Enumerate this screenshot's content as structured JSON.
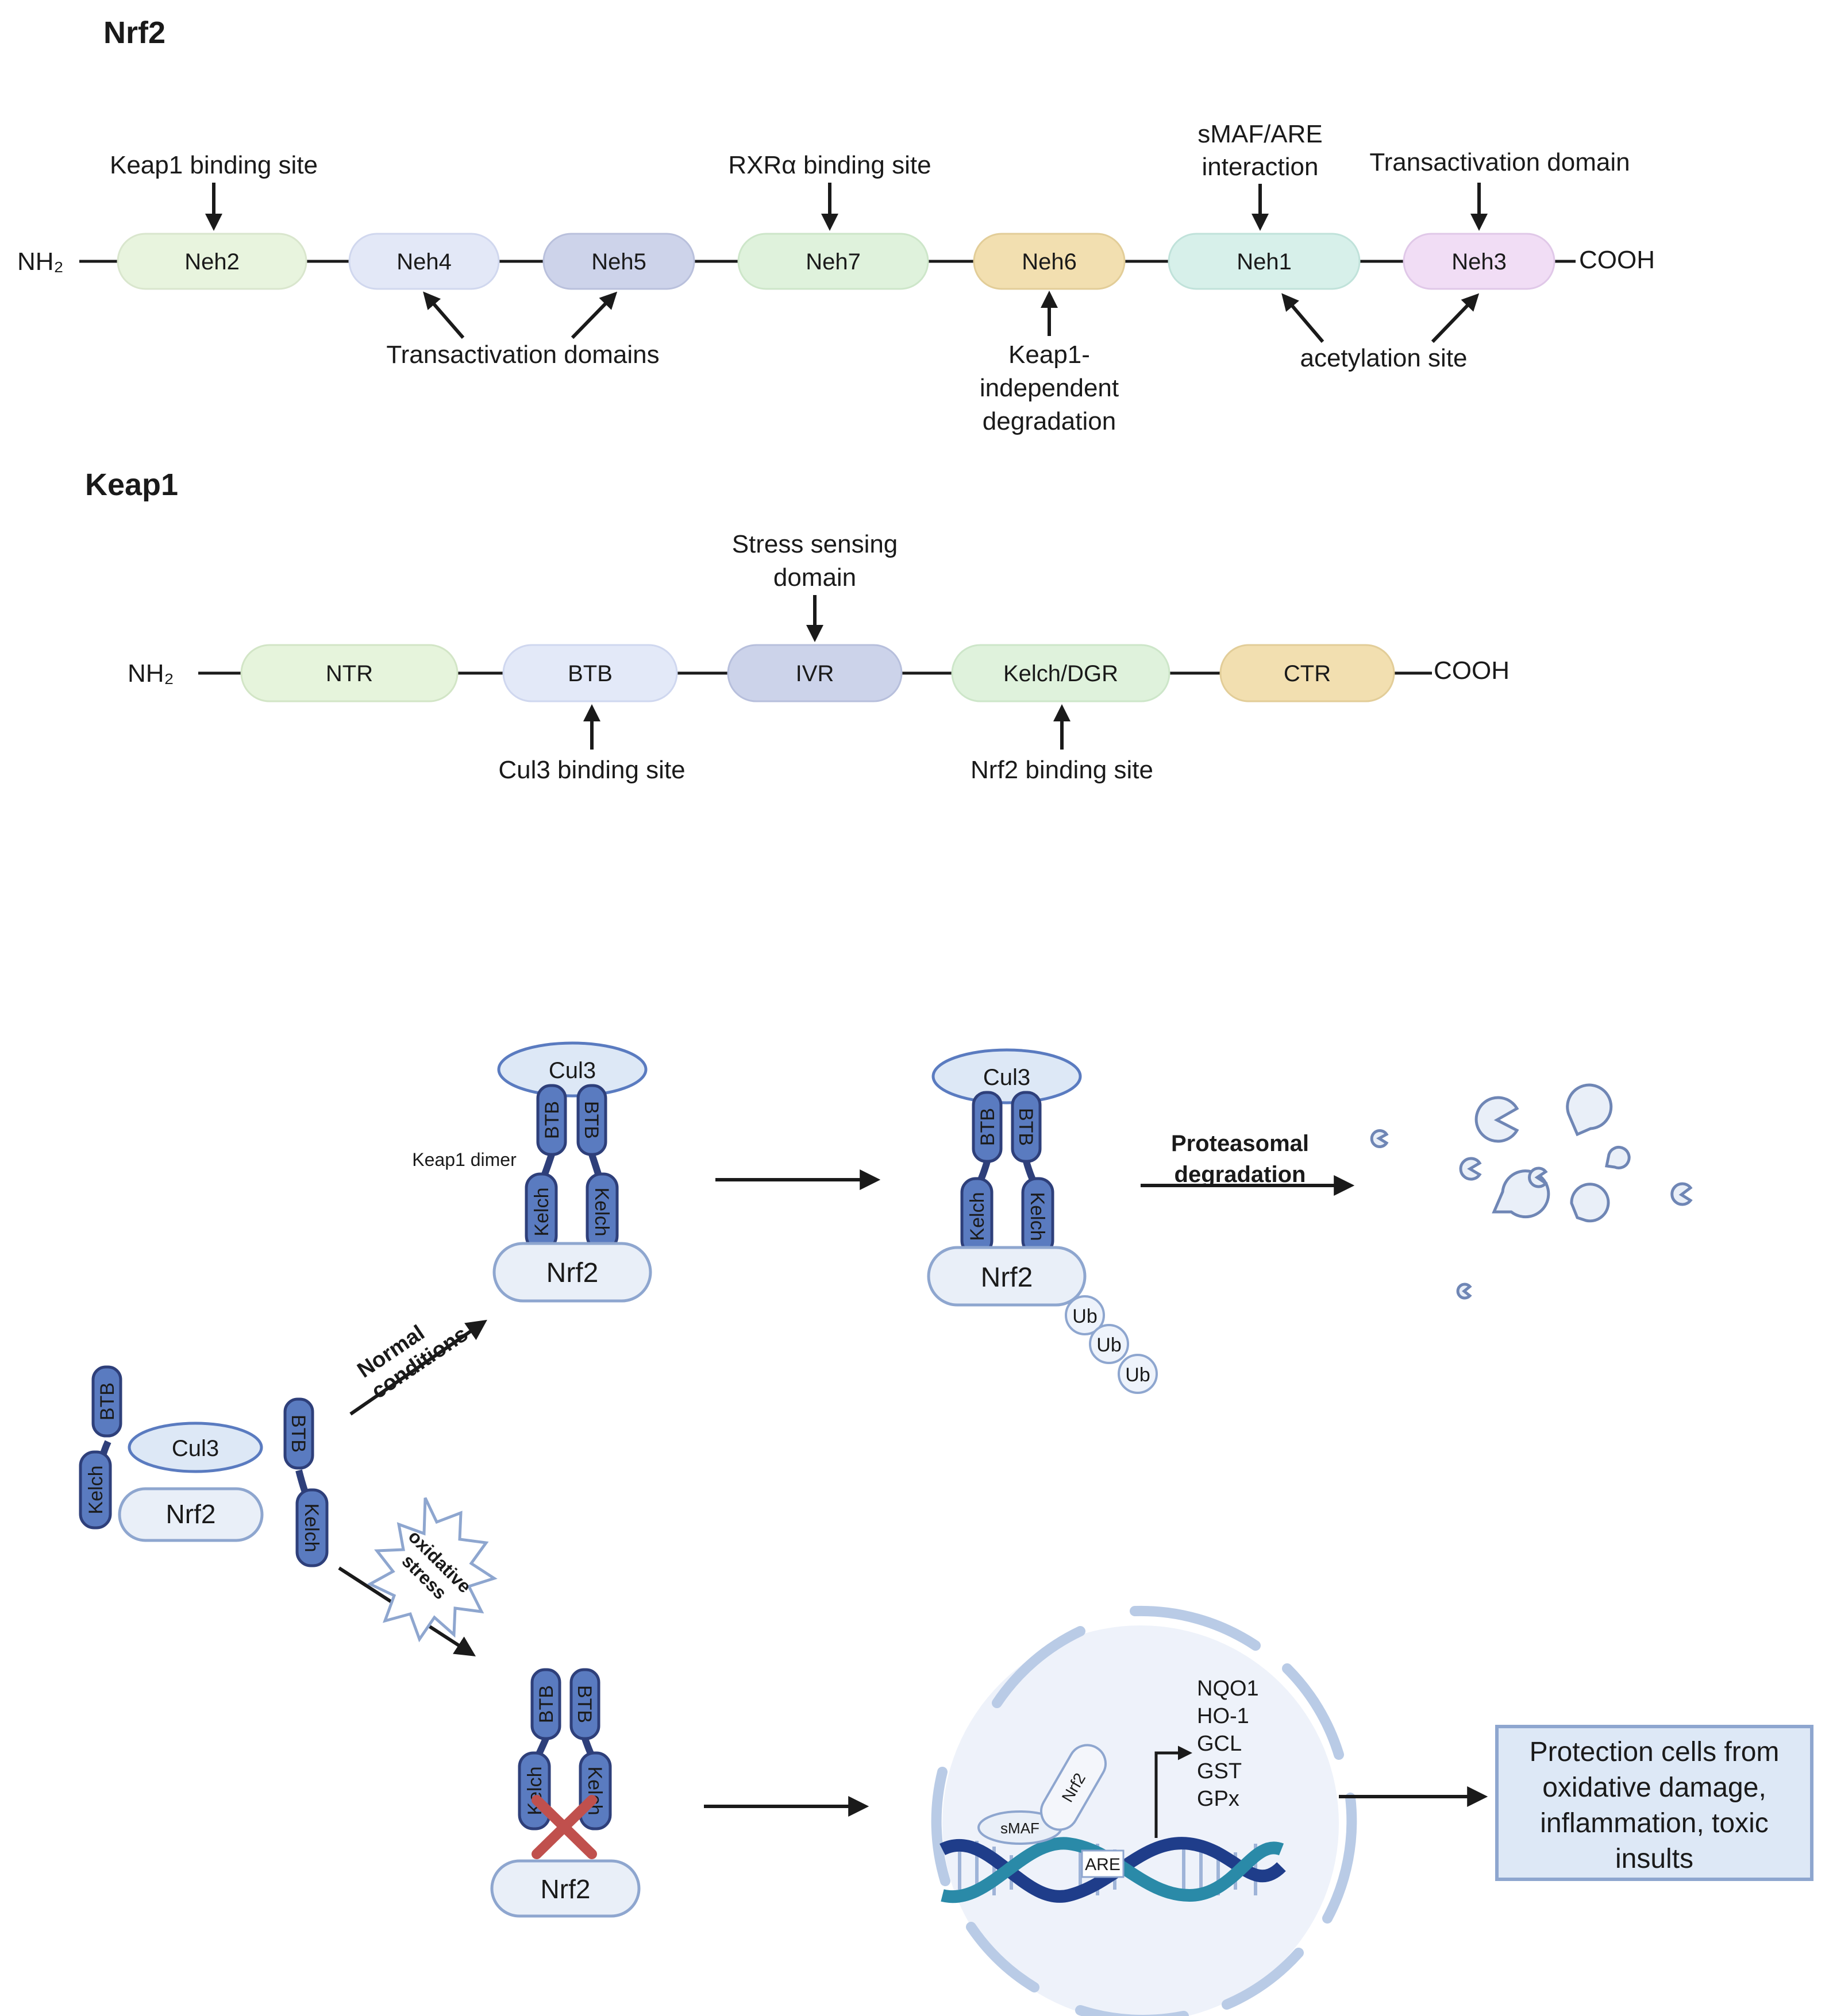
{
  "nrf2": {
    "title": "Nrf2",
    "nterm": "NH₂",
    "cterm": "COOH",
    "domains": [
      {
        "label": "Neh2",
        "color": "#e8f4de"
      },
      {
        "label": "Neh4",
        "color": "#e3e8f7"
      },
      {
        "label": "Neh5",
        "color": "#cdd3ea"
      },
      {
        "label": "Neh7",
        "color": "#dff2dc"
      },
      {
        "label": "Neh6",
        "color": "#f2dfb0"
      },
      {
        "label": "Neh1",
        "color": "#d7f0ea"
      },
      {
        "label": "Neh3",
        "color": "#f1ddf5"
      }
    ],
    "annotations": {
      "keap1_binding": "Keap1 binding site",
      "rxra_binding": "RXRα binding site",
      "smaf_line1": "sMAF/ARE",
      "smaf_line2": "interaction",
      "transactivation_domain": "Transactivation domain",
      "transactivation_domains": "Transactivation domains",
      "keap1_indep_line1": "Keap1-",
      "keap1_indep_line2": "independent",
      "keap1_indep_line3": "degradation",
      "acetylation": "acetylation site"
    }
  },
  "keap1": {
    "title": "Keap1",
    "nterm": "NH₂",
    "cterm": "COOH",
    "domains": [
      {
        "label": "NTR",
        "color": "#e6f4dc"
      },
      {
        "label": "BTB",
        "color": "#e3e9f8"
      },
      {
        "label": "IVR",
        "color": "#ccd3ea"
      },
      {
        "label": "Kelch/DGR",
        "color": "#dff2dc"
      },
      {
        "label": "CTR",
        "color": "#f2dfb0"
      }
    ],
    "annotations": {
      "stress_line1": "Stress sensing",
      "stress_line2": "domain",
      "cul3_binding": "Cul3 binding site",
      "nrf2_binding": "Nrf2 binding site"
    }
  },
  "pathway": {
    "cul3": "Cul3",
    "btb": "BTB",
    "kelch": "Kelch",
    "nrf2": "Nrf2",
    "keap1_dimer": "Keap1 dimer",
    "ub": "Ub",
    "normal_line1": "Normal",
    "normal_line2": "conditions",
    "oxidative_line1": "oxidative",
    "oxidative_line2": "stress",
    "proteasomal_line1": "Proteasomal",
    "proteasomal_line2": "degradation",
    "smaf": "sMAF",
    "are": "ARE",
    "genes": [
      "NQO1",
      "HO-1",
      "GCL",
      "GST",
      "GPx"
    ],
    "outcome": [
      "Protection cells from",
      "oxidative damage,",
      "inflammation, toxic",
      "insults"
    ],
    "colors": {
      "protein": "#5a7bc0",
      "protein_dark": "#2e3f7a",
      "light_blue": "#dde8f6",
      "x_mark": "#c0504d",
      "dna_dark": "#1f3d8a",
      "dna_teal": "#2a8aa8"
    }
  }
}
